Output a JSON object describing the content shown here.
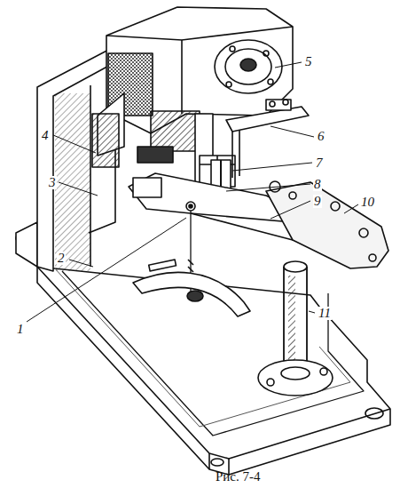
{
  "diagram": {
    "caption": "Рис. 7-4",
    "labels": [
      "1",
      "2",
      "3",
      "4",
      "5",
      "6",
      "7",
      "8",
      "9",
      "10",
      "11"
    ]
  }
}
